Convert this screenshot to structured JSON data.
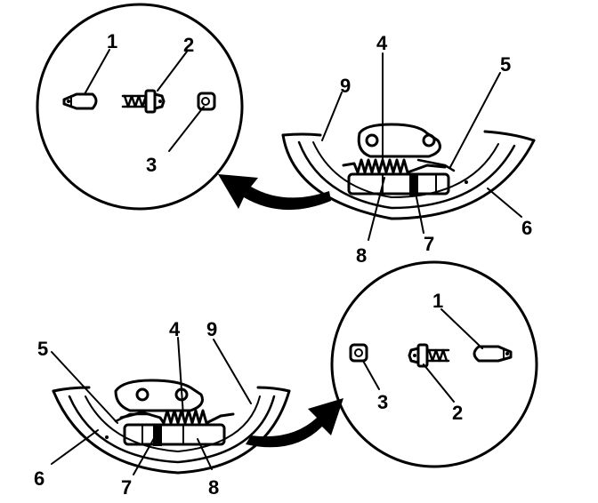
{
  "diagram": {
    "top_detail": {
      "labels": [
        "1",
        "2",
        "3"
      ]
    },
    "top_assembly": {
      "labels": [
        "4",
        "5",
        "9",
        "6",
        "8",
        "7"
      ]
    },
    "bottom_assembly": {
      "labels": [
        "4",
        "5",
        "9",
        "6",
        "7",
        "8"
      ]
    },
    "bottom_detail": {
      "labels": [
        "1",
        "3",
        "2"
      ]
    },
    "colors": {
      "ink": "#000000",
      "background": "#ffffff"
    }
  }
}
